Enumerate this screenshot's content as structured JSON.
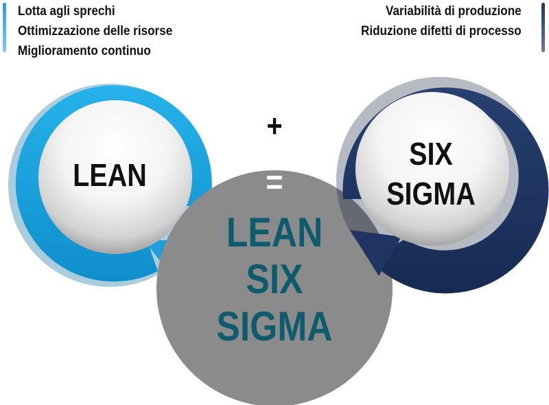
{
  "lean_benefits": [
    "Lotta agli sprechi",
    "Ottimizzazione delle risorse",
    "Miglioramento continuo"
  ],
  "sixsigma_benefits": [
    "Variabilità di produzione",
    "Riduzione difetti di processo"
  ],
  "lean_circle": {
    "title": "LEAN"
  },
  "sixsigma_circle": {
    "title_line1": "SIX",
    "title_line2": "SIGMA"
  },
  "operators": {
    "plus": "+",
    "equals": "="
  },
  "result": {
    "line1": "LEAN",
    "line2": "SIX",
    "line3": "SIGMA"
  },
  "colors": {
    "lean_blue": "#1aa3dc",
    "sixsigma_navy": "#1f3461",
    "center_gray": "#8b8b8b",
    "result_teal": "#0e5b6e"
  }
}
